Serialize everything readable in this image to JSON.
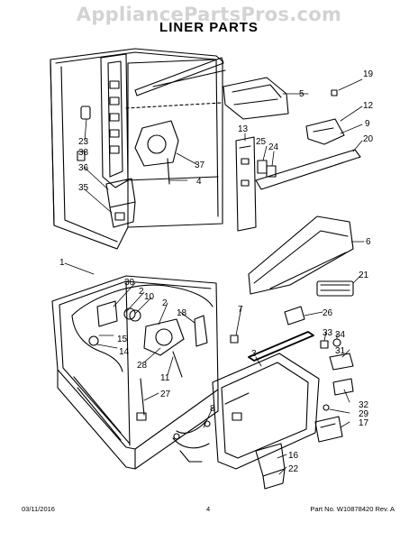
{
  "watermark": "AppliancePartsPros.com",
  "title": "LINER PARTS",
  "callouts": [
    "19",
    "5",
    "12",
    "9",
    "20",
    "13",
    "25",
    "24",
    "37",
    "23",
    "38",
    "36",
    "4",
    "35",
    "6",
    "1",
    "21",
    "30",
    "2",
    "10",
    "2",
    "18",
    "7",
    "26",
    "15",
    "14",
    "28",
    "33",
    "34",
    "31",
    "3",
    "11",
    "27",
    "8",
    "32",
    "29",
    "17",
    "16",
    "22"
  ],
  "footer": {
    "date": "03/11/2016",
    "page": "4",
    "part": "Part No. W10878420  Rev. A"
  }
}
